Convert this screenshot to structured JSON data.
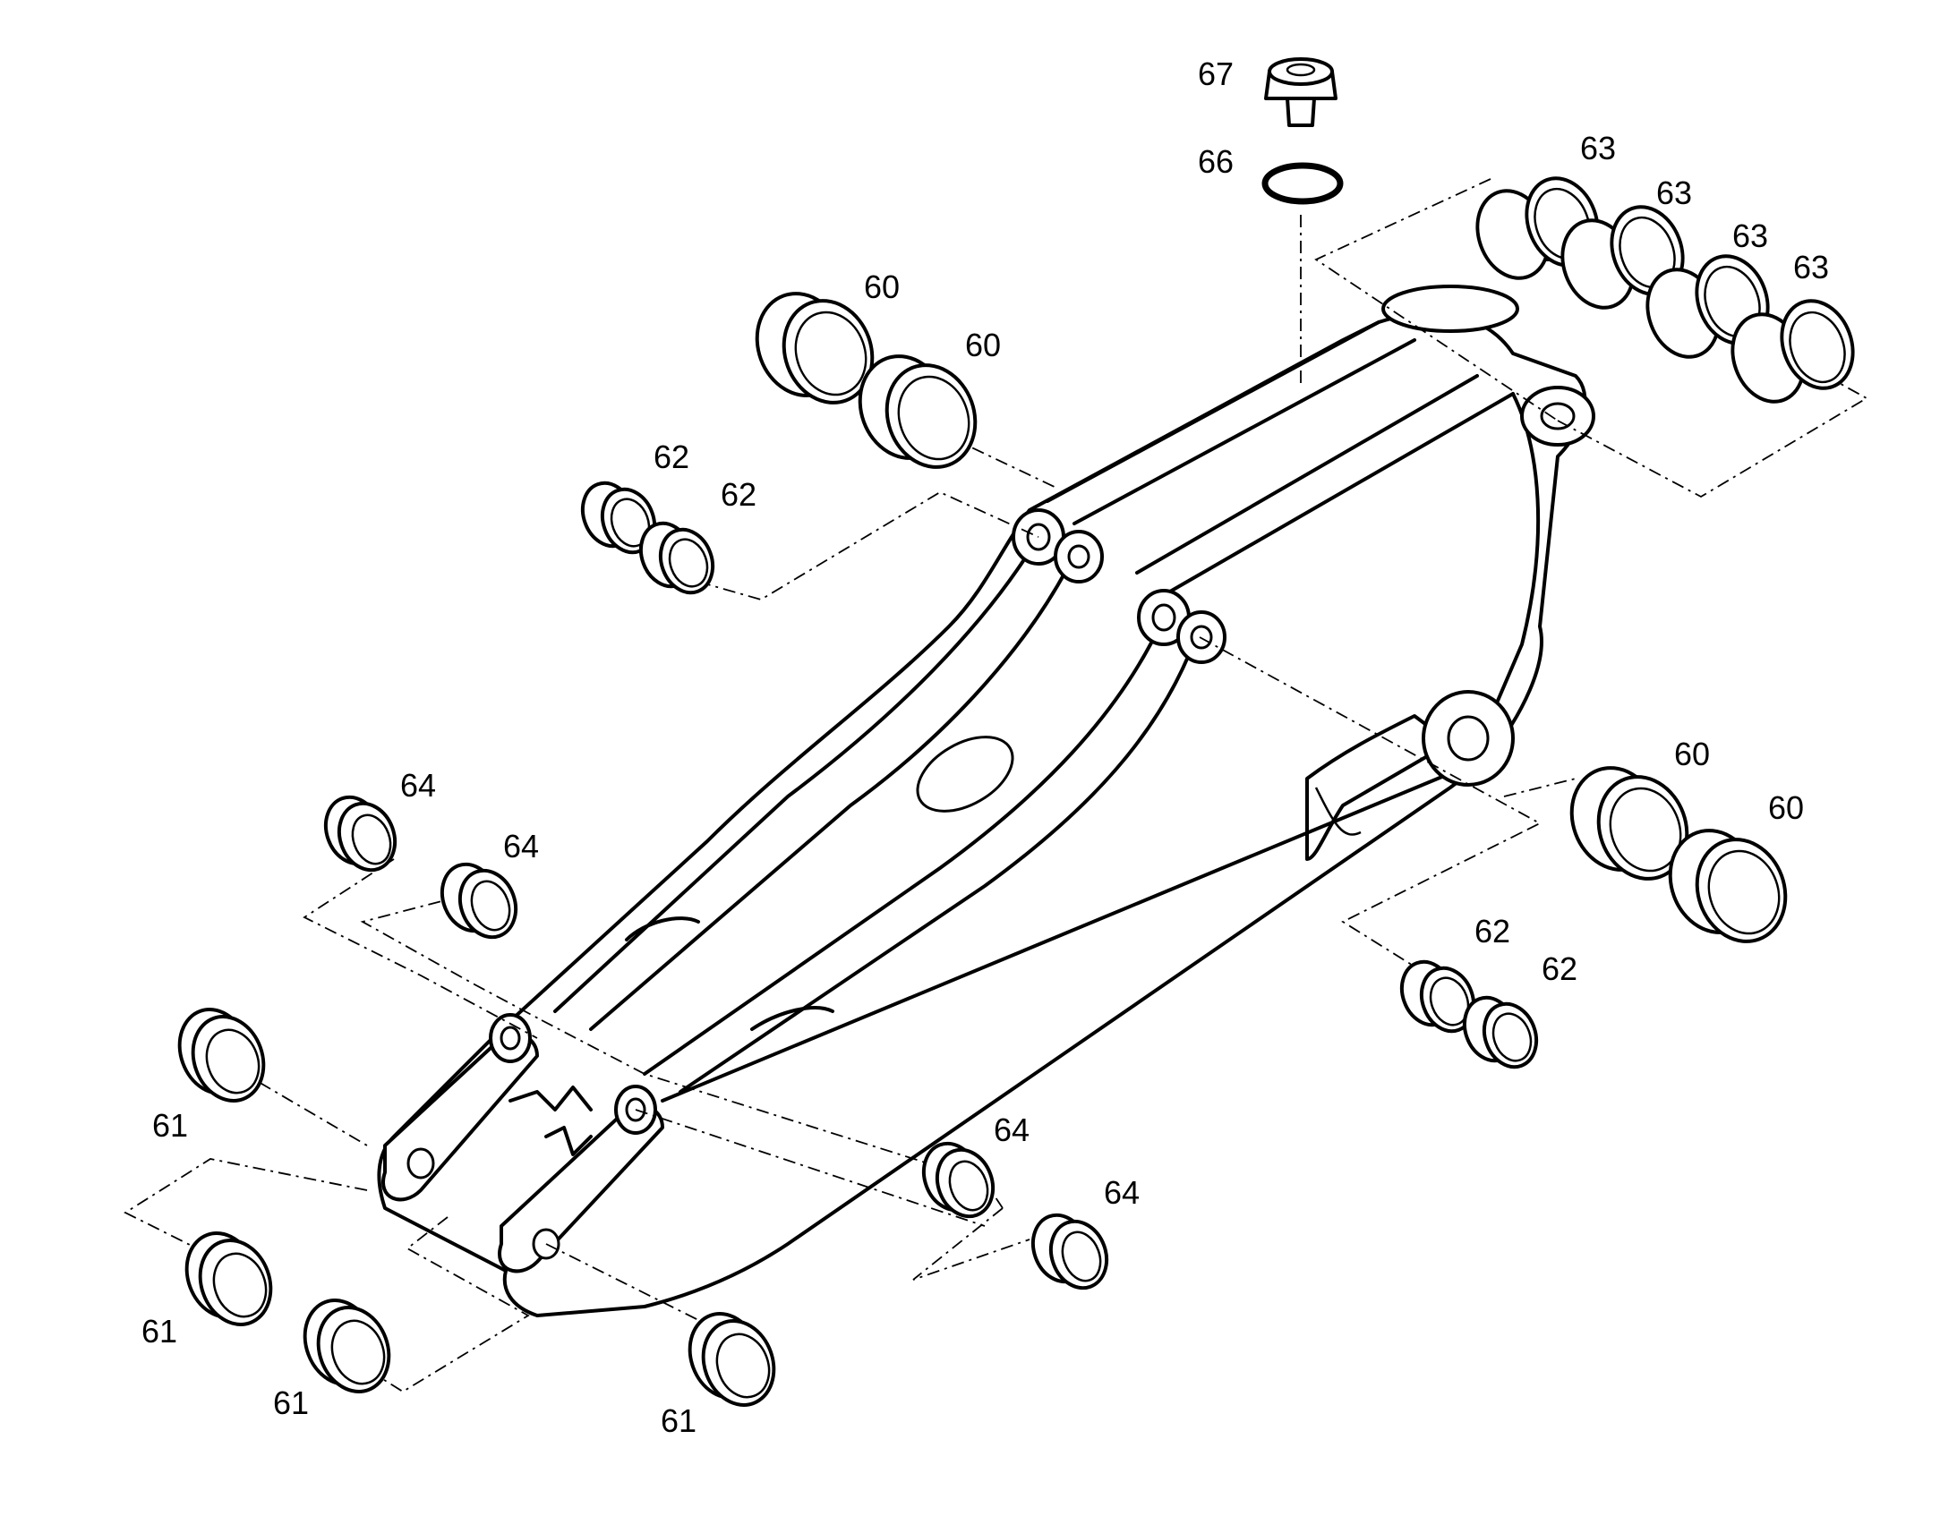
{
  "diagram": {
    "kind": "exploded-parts-view",
    "callouts": [
      {
        "id": "c67",
        "text": "67"
      },
      {
        "id": "c66",
        "text": "66"
      },
      {
        "id": "c63a",
        "text": "63"
      },
      {
        "id": "c63b",
        "text": "63"
      },
      {
        "id": "c63c",
        "text": "63"
      },
      {
        "id": "c63d",
        "text": "63"
      },
      {
        "id": "c60a",
        "text": "60"
      },
      {
        "id": "c60b",
        "text": "60"
      },
      {
        "id": "c62a",
        "text": "62"
      },
      {
        "id": "c62b",
        "text": "62"
      },
      {
        "id": "c64a",
        "text": "64"
      },
      {
        "id": "c64b",
        "text": "64"
      },
      {
        "id": "c60c",
        "text": "60"
      },
      {
        "id": "c60d",
        "text": "60"
      },
      {
        "id": "c62c",
        "text": "62"
      },
      {
        "id": "c62d",
        "text": "62"
      },
      {
        "id": "c61a",
        "text": "61"
      },
      {
        "id": "c64c",
        "text": "64"
      },
      {
        "id": "c64d",
        "text": "64"
      },
      {
        "id": "c61b",
        "text": "61"
      },
      {
        "id": "c61c",
        "text": "61"
      },
      {
        "id": "c61d",
        "text": "61"
      }
    ]
  }
}
